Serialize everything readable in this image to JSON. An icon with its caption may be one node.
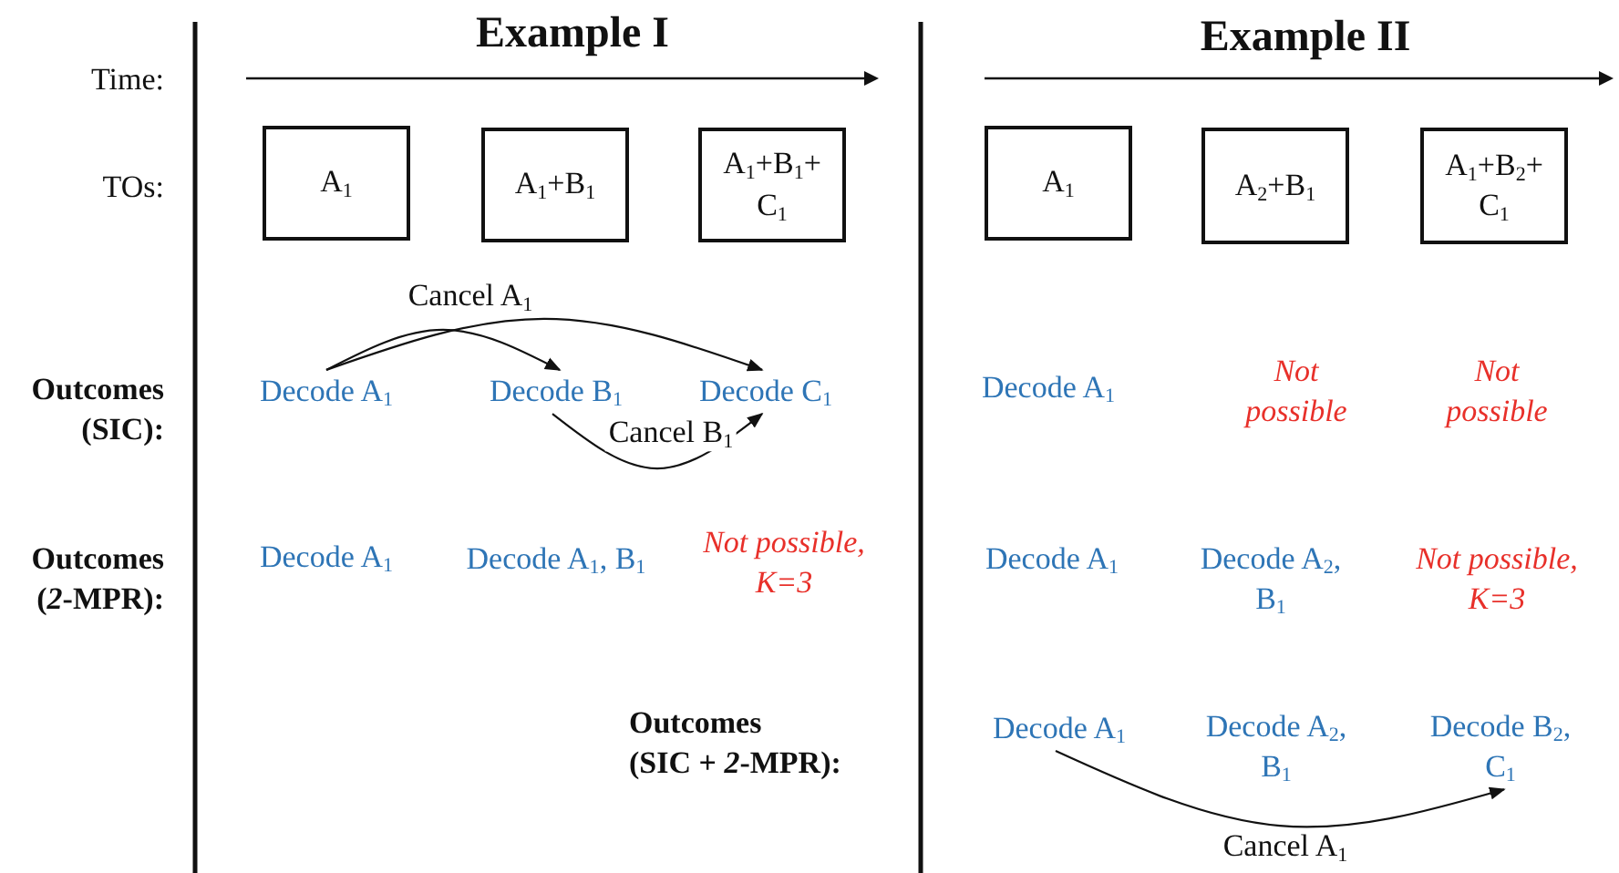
{
  "diagram": {
    "nodes": [
      {
        "text": [
          "A$_{1}$"
        ]
      },
      {
        "text": [
          "A$_{1}$+B$_{1}$"
        ]
      },
      {
        "text": [
          "A$_{1}$+B$_{1}$+ C$_{1}$"
        ]
      },
      {
        "text": [
          "A$_{1}$"
        ]
      },
      {
        "text": [
          "A$_{2}$+B$_{1}$"
        ]
      },
      {
        "text": [
          "A$_{1}$+B$_{2}$+ C$_{1}$"
        ]
      },
      {
        "text": [
          "Decode A$_{1}$"
        ]
      },
      {
        "text": [
          "Decode B$_{1}$"
        ]
      },
      {
        "text": [
          "Decode C$_{1}$"
        ]
      },
      {
        "text": [
          "Decode A$_{1}$"
        ]
      },
      {
        "text": [
          "Decode B$_{2}$, C$_{1}$"
        ]
      }
    ],
    "edges": [
      {
        "from": 6,
        "to": 7,
        "arrow": "to"
      },
      {
        "from": 6,
        "to": 8,
        "arrow": "to",
        "label": "Cancel A$_{1}$"
      },
      {
        "from": 7,
        "to": 8,
        "arrow": "to",
        "label": "Cancel B$_{1}$"
      },
      {
        "from": 9,
        "to": 10,
        "arrow": "to",
        "label": "Cancel A$_{1}$"
      }
    ],
    "labels": [
      "Example I",
      "Example II",
      "Time:",
      "TOs:",
      "Outcomes (SIC):",
      "Decode A$_{1}$",
      "Not possible",
      "Not possible",
      "Outcomes (*2*-MPR):",
      "Decode A$_{1}$",
      "Decode A$_{1}$, B$_{1}$",
      "Not possible, K=3",
      "Decode A$_{1}$",
      "Decode A$_{2}$, B$_{1}$",
      "Not possible, K=3",
      "Outcomes (SIC + *2*-MPR):",
      "Decode A$_{2}$, B$_{1}$"
    ]
  }
}
